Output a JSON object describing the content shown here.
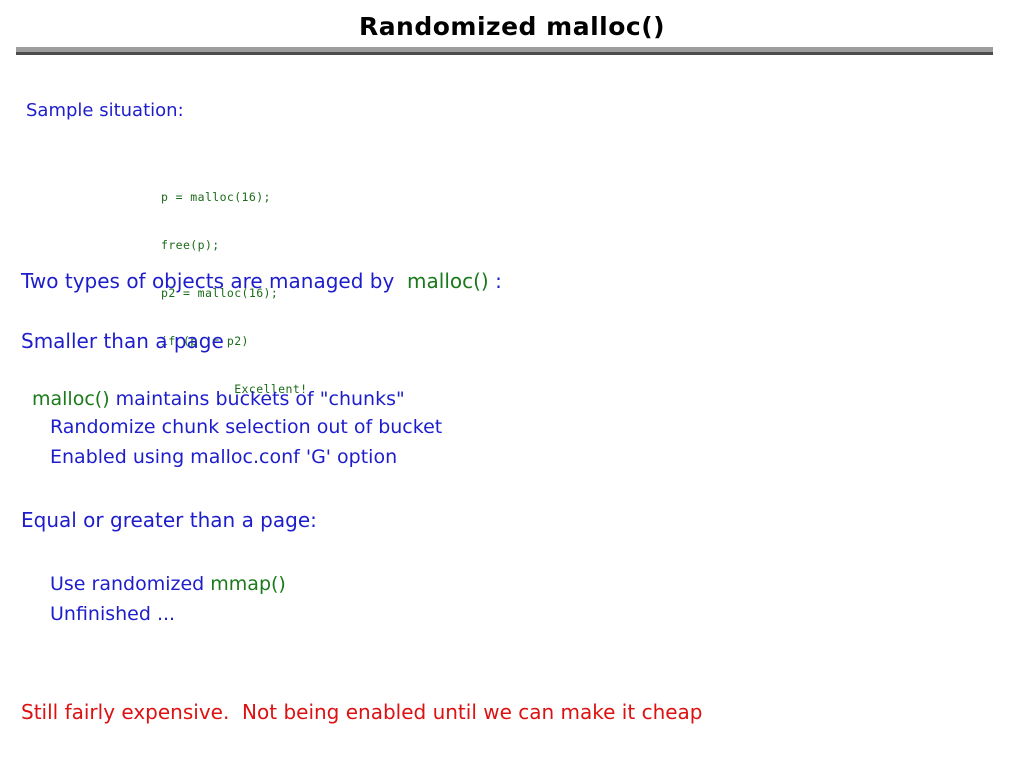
{
  "slide": {
    "title": "Randomized malloc()",
    "background_color": "#ffffff",
    "title_color": "#000000",
    "body_color": "#1d1dcc",
    "accent_color": "#1a7a1a",
    "warning_color": "#dd1111",
    "rule_color_light": "#9d9d9d",
    "rule_color_dark": "#4c4c4c"
  },
  "content": {
    "sample_heading": "Sample situation:",
    "code": {
      "lines": [
        "p = malloc(16);",
        "free(p);",
        "p2 = malloc(16);",
        "if (p != p2)",
        "          Excellent!"
      ]
    },
    "two_types_prefix": "Two types of objects are managed by  ",
    "two_types_code": "malloc()",
    "two_types_suffix": " :",
    "smaller_heading": "Smaller than a page",
    "buckets_code": "malloc()",
    "buckets_text": " maintains buckets of \"chunks\"",
    "randomize_text": "Randomize chunk selection out of bucket",
    "enabled_text": "Enabled using malloc.conf 'G' option",
    "equal_heading": "Equal or greater than a page:",
    "mmap_prefix": "Use randomized ",
    "mmap_code": "mmap()",
    "unfinished_text": "Unfinished ...",
    "expensive_text": "Still fairly expensive.  Not being enabled until we can make it cheap"
  }
}
